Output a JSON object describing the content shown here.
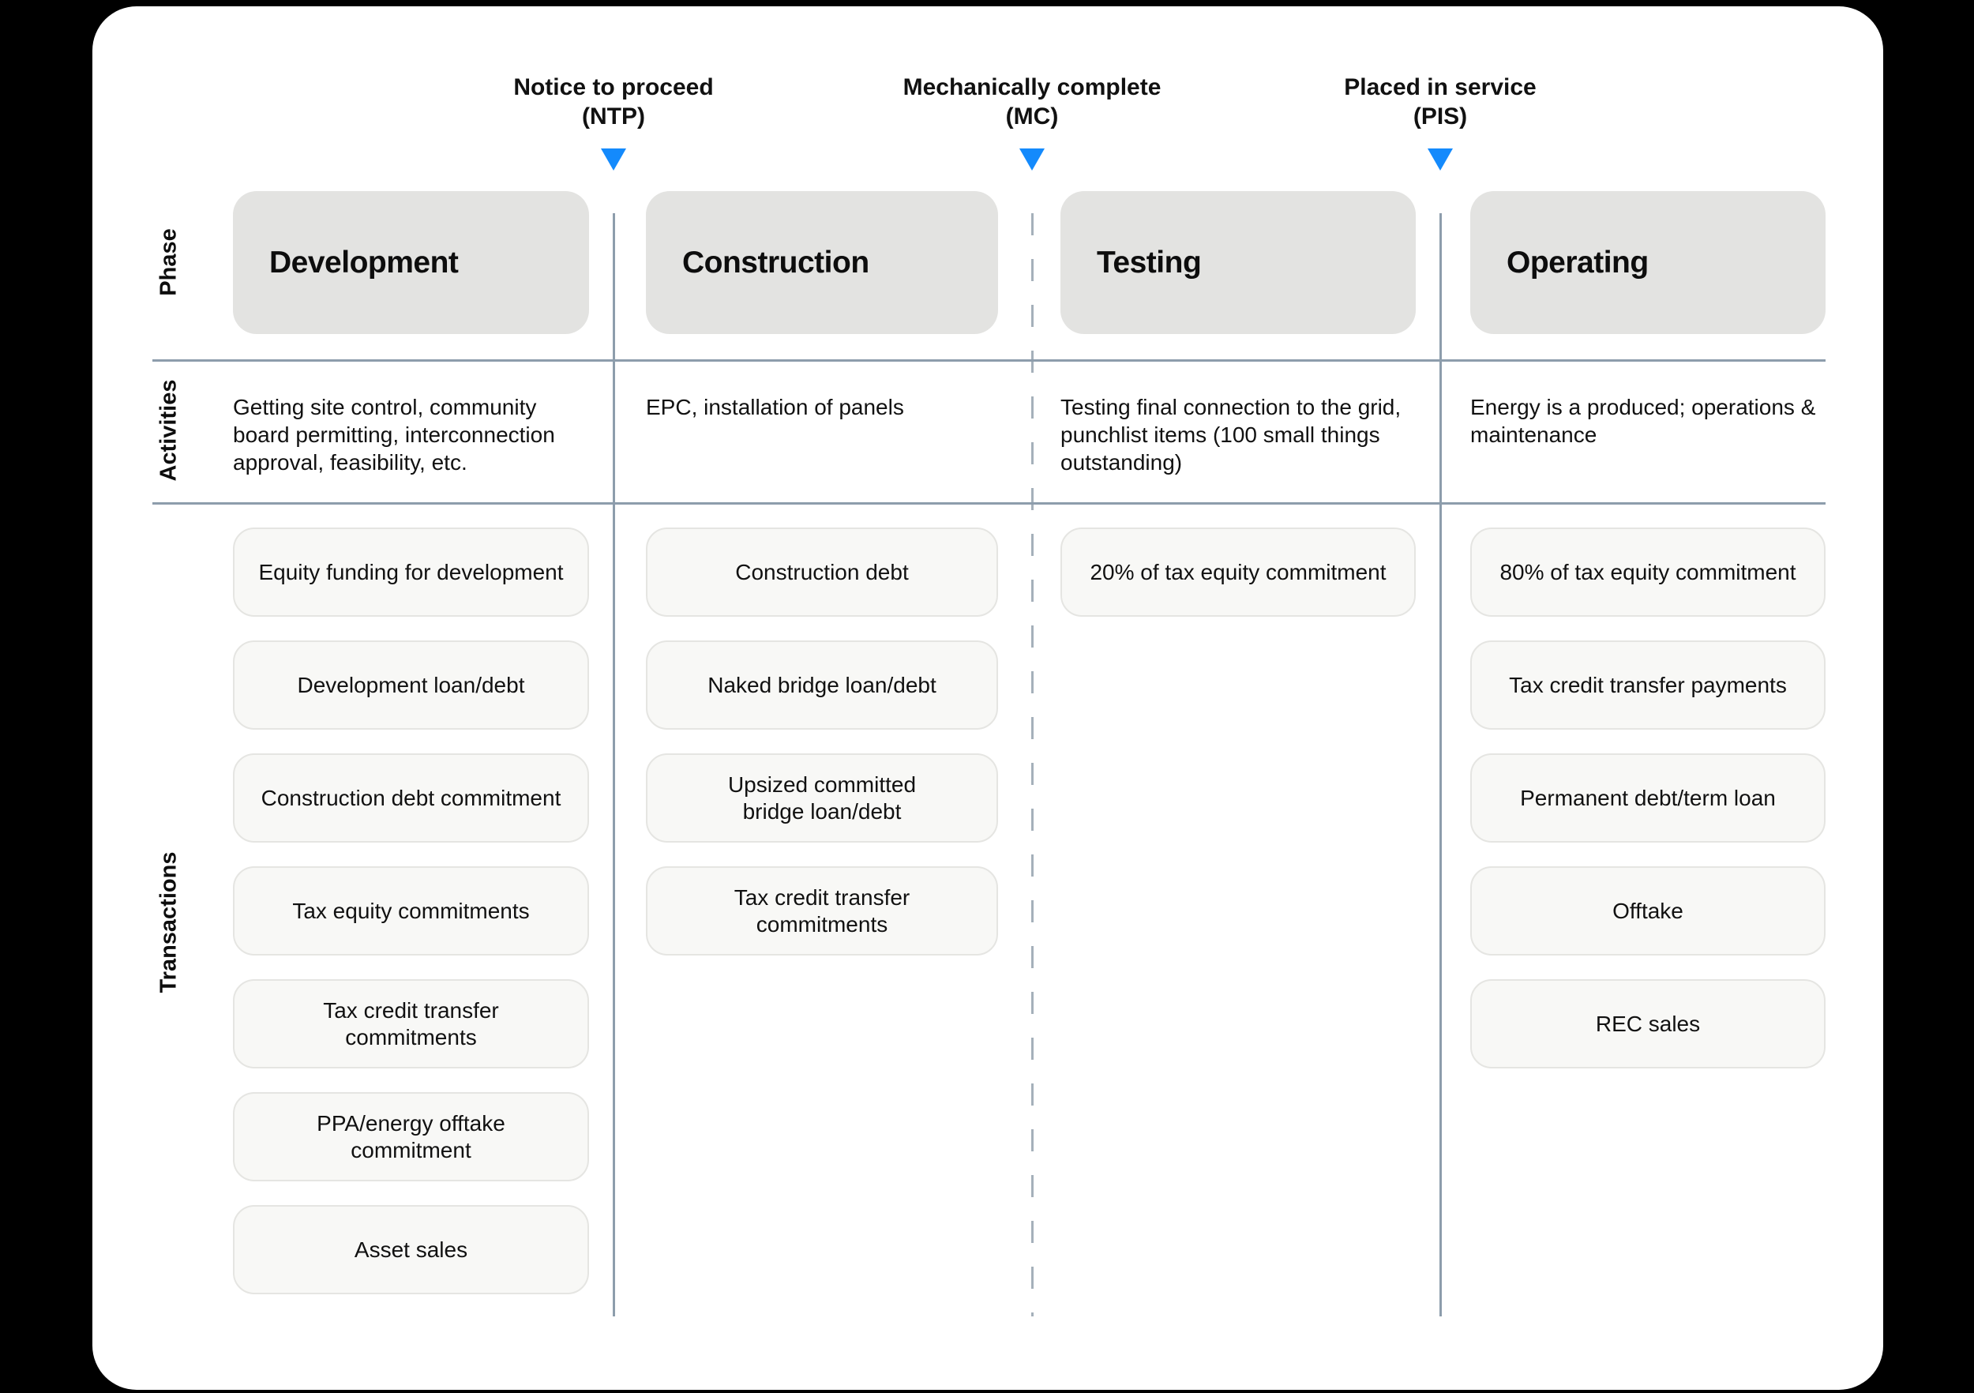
{
  "milestones": [
    {
      "name": "Notice to proceed",
      "abbr": "(NTP)",
      "divider_style": "solid"
    },
    {
      "name": "Mechanically complete",
      "abbr": "(MC)",
      "divider_style": "dashed"
    },
    {
      "name": "Placed in service",
      "abbr": "(PIS)",
      "divider_style": "solid"
    }
  ],
  "row_labels": {
    "phase": "Phase",
    "activities": "Activities",
    "transactions": "Transactions"
  },
  "phases": [
    {
      "id": "development",
      "name": "Development",
      "activities": "Getting site control, community board permitting, interconnection approval, feasibility, etc.",
      "transactions": [
        "Equity funding for development",
        "Development loan/debt",
        "Construction debt commitment",
        "Tax equity commitments",
        "Tax credit transfer\ncommitments",
        "PPA/energy offtake\ncommitment",
        "Asset sales"
      ]
    },
    {
      "id": "construction",
      "name": "Construction",
      "activities": "EPC, installation of panels",
      "transactions": [
        "Construction debt",
        "Naked bridge loan/debt",
        "Upsized committed\nbridge loan/debt",
        "Tax credit transfer\ncommitments"
      ]
    },
    {
      "id": "testing",
      "name": "Testing",
      "activities": "Testing final connection to the grid, punchlist items (100 small things outstanding)",
      "transactions": [
        "20% of tax equity commitment"
      ]
    },
    {
      "id": "operating",
      "name": "Operating",
      "activities": "Energy is a produced; operations & maintenance",
      "transactions": [
        "80% of tax equity commitment",
        "Tax credit transfer payments",
        "Permanent debt/term loan",
        "Offtake",
        "REC sales"
      ]
    }
  ],
  "colors": {
    "background": "#000000",
    "card": "#ffffff",
    "phase_box": "#e3e3e1",
    "transaction_box_fill": "#f8f8f6",
    "transaction_box_border": "#e5e5e2",
    "divider_line": "#8d9dac",
    "dashed_line": "#a5b0ba",
    "marker_triangle": "#148afc",
    "text": "#111111"
  }
}
